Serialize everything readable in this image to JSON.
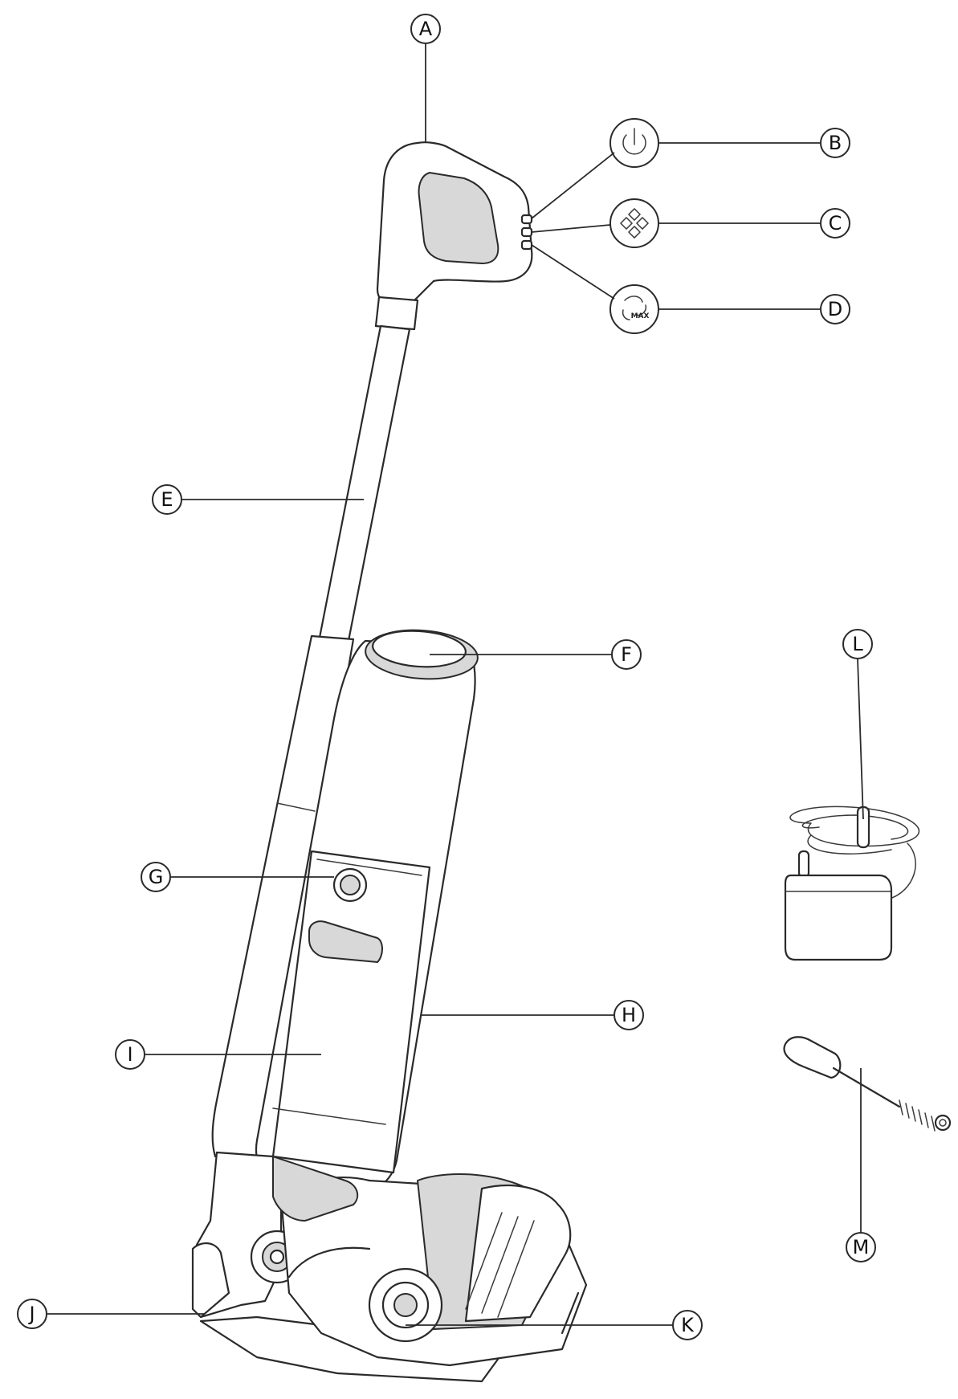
{
  "callouts": {
    "A": "A",
    "B": "B",
    "C": "C",
    "D": "D",
    "E": "E",
    "F": "F",
    "G": "G",
    "H": "H",
    "I": "I",
    "J": "J",
    "K": "K",
    "L": "L",
    "M": "M"
  },
  "icons": {
    "power_button": "power-icon",
    "mode_button": "self-clean-icon",
    "max_button": "max-suction-icon",
    "max_label": "MAX"
  }
}
